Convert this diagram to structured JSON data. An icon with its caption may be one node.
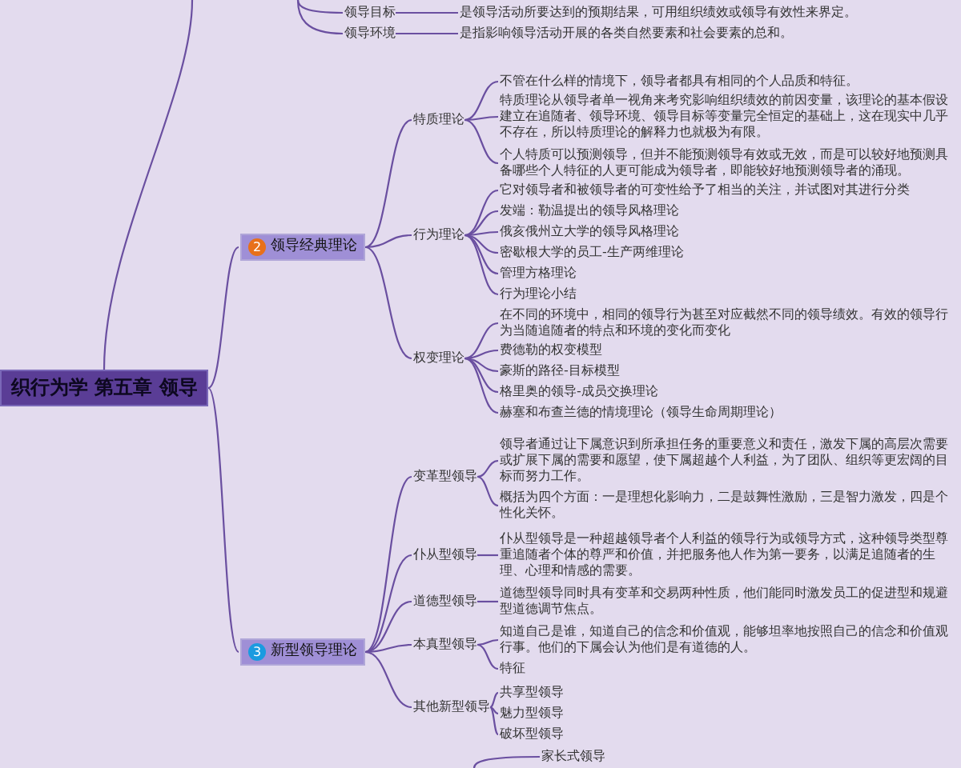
{
  "diagram": {
    "nodes": [
      {
        "text": [
          "织行为学 第五章 领导"
        ]
      },
      {
        "text": [
          "领导目标"
        ]
      },
      {
        "text": [
          "是领导活动所要达到的预期结果，可用组织绩效或领导有效性来界定。"
        ]
      },
      {
        "text": [
          "领导环境"
        ]
      },
      {
        "text": [
          "是指影响领导活动开展的各类自然要素和社会要素的总和。"
        ]
      },
      {
        "text": [
          "2",
          "领导经典理论"
        ]
      },
      {
        "text": [
          "特质理论"
        ]
      },
      {
        "text": [
          "不管在什么样的情境下，领导者都具有相同的个人品质和特征。"
        ]
      },
      {
        "text": [
          "特质理论从领导者单一视角来考究影响组织绩效的前因变量，该理论的基本假设建立在追随者、领导环境、领导目标等变量完全恒定的基础上，这在现实中几乎不存在，所以特质理论的解释力也就极为有限。"
        ]
      },
      {
        "text": [
          "个人特质可以预测领导，但并不能预测领导有效或无效，而是可以较好地预测具备哪些个人特征的人更可能成为领导者，即能较好地预测领导者的涌现。"
        ]
      },
      {
        "text": [
          "行为理论"
        ]
      },
      {
        "text": [
          "它对领导者和被领导者的可变性给予了相当的关注，并试图对其进行分类"
        ]
      },
      {
        "text": [
          "发端：勒温提出的领导风格理论"
        ]
      },
      {
        "text": [
          "俄亥俄州立大学的领导风格理论"
        ]
      },
      {
        "text": [
          "密歇根大学的员工-生产两维理论"
        ]
      },
      {
        "text": [
          "管理方格理论"
        ]
      },
      {
        "text": [
          "行为理论小结"
        ]
      },
      {
        "text": [
          "权变理论"
        ]
      },
      {
        "text": [
          "在不同的环境中，相同的领导行为甚至对应截然不同的领导绩效。有效的领导行为当随追随者的特点和环境的变化而变化"
        ]
      },
      {
        "text": [
          "费德勒的权变模型"
        ]
      },
      {
        "text": [
          "豪斯的路径-目标模型"
        ]
      },
      {
        "text": [
          "格里奥的领导-成员交换理论"
        ]
      },
      {
        "text": [
          "赫塞和布查兰德的情境理论（领导生命周期理论）"
        ]
      },
      {
        "text": [
          "3",
          "新型领导理论"
        ]
      },
      {
        "text": [
          "变革型领导"
        ]
      },
      {
        "text": [
          "领导者通过让下属意识到所承担任务的重要意义和责任，激发下属的高层次需要或扩展下属的需要和愿望，使下属超越个人利益，为了团队、组织等更宏阔的目标而努力工作。"
        ]
      },
      {
        "text": [
          "概括为四个方面：一是理想化影响力，二是鼓舞性激励，三是智力激发，四是个性化关怀。"
        ]
      },
      {
        "text": [
          "仆从型领导"
        ]
      },
      {
        "text": [
          "仆从型领导是一种超越领导者个人利益的领导行为或领导方式，这种领导类型尊重追随者个体的尊严和价值，并把服务他人作为第一要务，以满足追随者的生理、心理和情感的需要。"
        ]
      },
      {
        "text": [
          "道德型领导"
        ]
      },
      {
        "text": [
          "道德型领导同时具有变革和交易两种性质，他们能同时激发员工的促进型和规避型道德调节焦点。"
        ]
      },
      {
        "text": [
          "本真型领导"
        ]
      },
      {
        "text": [
          "知道自己是谁，知道自己的信念和价值观，能够坦率地按照自己的信念和价值观行事。他们的下属会认为他们是有道德的人。"
        ]
      },
      {
        "text": [
          "特征"
        ]
      },
      {
        "text": [
          "其他新型领导"
        ]
      },
      {
        "text": [
          "共享型领导"
        ]
      },
      {
        "text": [
          "魅力型领导"
        ]
      },
      {
        "text": [
          "破坏型领导"
        ]
      },
      {
        "text": [
          "家长式领导"
        ]
      }
    ],
    "edges": [
      {
        "from": 0,
        "to": null,
        "arrow": "none"
      },
      {
        "from": null,
        "to": 1,
        "arrow": "none"
      },
      {
        "from": 1,
        "to": 2,
        "arrow": "none"
      },
      {
        "from": null,
        "to": 3,
        "arrow": "none"
      },
      {
        "from": 3,
        "to": 4,
        "arrow": "none"
      },
      {
        "from": 0,
        "to": 5,
        "arrow": "none"
      },
      {
        "from": 5,
        "to": 6,
        "arrow": "none"
      },
      {
        "from": 6,
        "to": 7,
        "arrow": "none"
      },
      {
        "from": 6,
        "to": 8,
        "arrow": "none"
      },
      {
        "from": 6,
        "to": 9,
        "arrow": "none"
      },
      {
        "from": 5,
        "to": 10,
        "arrow": "none"
      },
      {
        "from": 10,
        "to": 11,
        "arrow": "none"
      },
      {
        "from": 10,
        "to": 12,
        "arrow": "none"
      },
      {
        "from": 10,
        "to": 13,
        "arrow": "none"
      },
      {
        "from": 10,
        "to": 14,
        "arrow": "none"
      },
      {
        "from": 10,
        "to": 15,
        "arrow": "none"
      },
      {
        "from": 10,
        "to": 16,
        "arrow": "none"
      },
      {
        "from": 5,
        "to": 17,
        "arrow": "none"
      },
      {
        "from": 17,
        "to": 18,
        "arrow": "none"
      },
      {
        "from": 17,
        "to": 19,
        "arrow": "none"
      },
      {
        "from": 17,
        "to": 20,
        "arrow": "none"
      },
      {
        "from": 17,
        "to": 21,
        "arrow": "none"
      },
      {
        "from": 17,
        "to": 22,
        "arrow": "none"
      },
      {
        "from": 0,
        "to": 23,
        "arrow": "none"
      },
      {
        "from": 23,
        "to": 24,
        "arrow": "none"
      },
      {
        "from": 24,
        "to": 25,
        "arrow": "none"
      },
      {
        "from": 24,
        "to": 26,
        "arrow": "none"
      },
      {
        "from": 23,
        "to": 27,
        "arrow": "none"
      },
      {
        "from": 27,
        "to": 28,
        "arrow": "none"
      },
      {
        "from": 23,
        "to": 29,
        "arrow": "none"
      },
      {
        "from": 29,
        "to": 30,
        "arrow": "none"
      },
      {
        "from": 23,
        "to": 31,
        "arrow": "none"
      },
      {
        "from": 31,
        "to": 32,
        "arrow": "none"
      },
      {
        "from": 31,
        "to": 33,
        "arrow": "none"
      },
      {
        "from": 23,
        "to": 34,
        "arrow": "none"
      },
      {
        "from": 34,
        "to": 35,
        "arrow": "none"
      },
      {
        "from": 34,
        "to": 36,
        "arrow": "none"
      },
      {
        "from": 34,
        "to": 37,
        "arrow": "none"
      },
      {
        "from": null,
        "to": 38,
        "arrow": "none"
      }
    ]
  }
}
